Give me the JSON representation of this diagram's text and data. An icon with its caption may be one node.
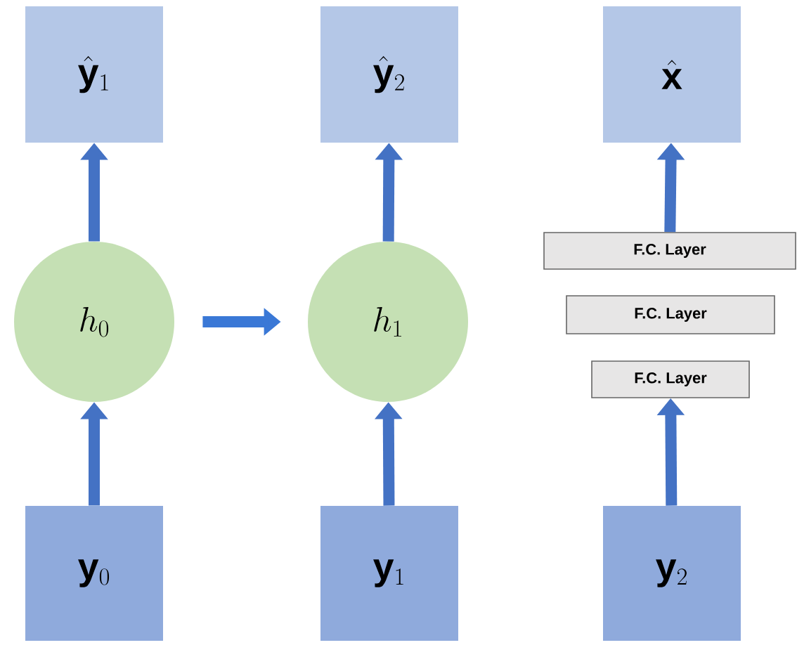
{
  "diagram": {
    "nodes": [
      {
        "text": [
          "\\hat{\\mathbf{y}}_1"
        ]
      },
      {
        "text": [
          "\\hat{\\mathbf{y}}_2"
        ]
      },
      {
        "text": [
          "\\hat{\\mathbf{x}}"
        ]
      },
      {
        "text": [
          "h_0"
        ]
      },
      {
        "text": [
          "h_1"
        ]
      },
      {
        "text": [
          "F.C. Layer"
        ]
      },
      {
        "text": [
          "F.C. Layer"
        ]
      },
      {
        "text": [
          "F.C. Layer"
        ]
      },
      {
        "text": [
          "\\mathbf{y}_0"
        ]
      },
      {
        "text": [
          "\\mathbf{y}_1"
        ]
      },
      {
        "text": [
          "\\mathbf{y}_2"
        ]
      }
    ],
    "edges": [
      {
        "from": 8,
        "to": 3,
        "arrow": "to"
      },
      {
        "from": 3,
        "to": 0,
        "arrow": "to"
      },
      {
        "from": 3,
        "to": 4,
        "arrow": "to",
        "color": "#3a78d6"
      },
      {
        "from": 9,
        "to": 4,
        "arrow": "to"
      },
      {
        "from": 4,
        "to": 1,
        "arrow": "to"
      },
      {
        "from": 10,
        "to": 7,
        "arrow": "to"
      },
      {
        "from": 5,
        "to": 2,
        "arrow": "to"
      }
    ]
  }
}
